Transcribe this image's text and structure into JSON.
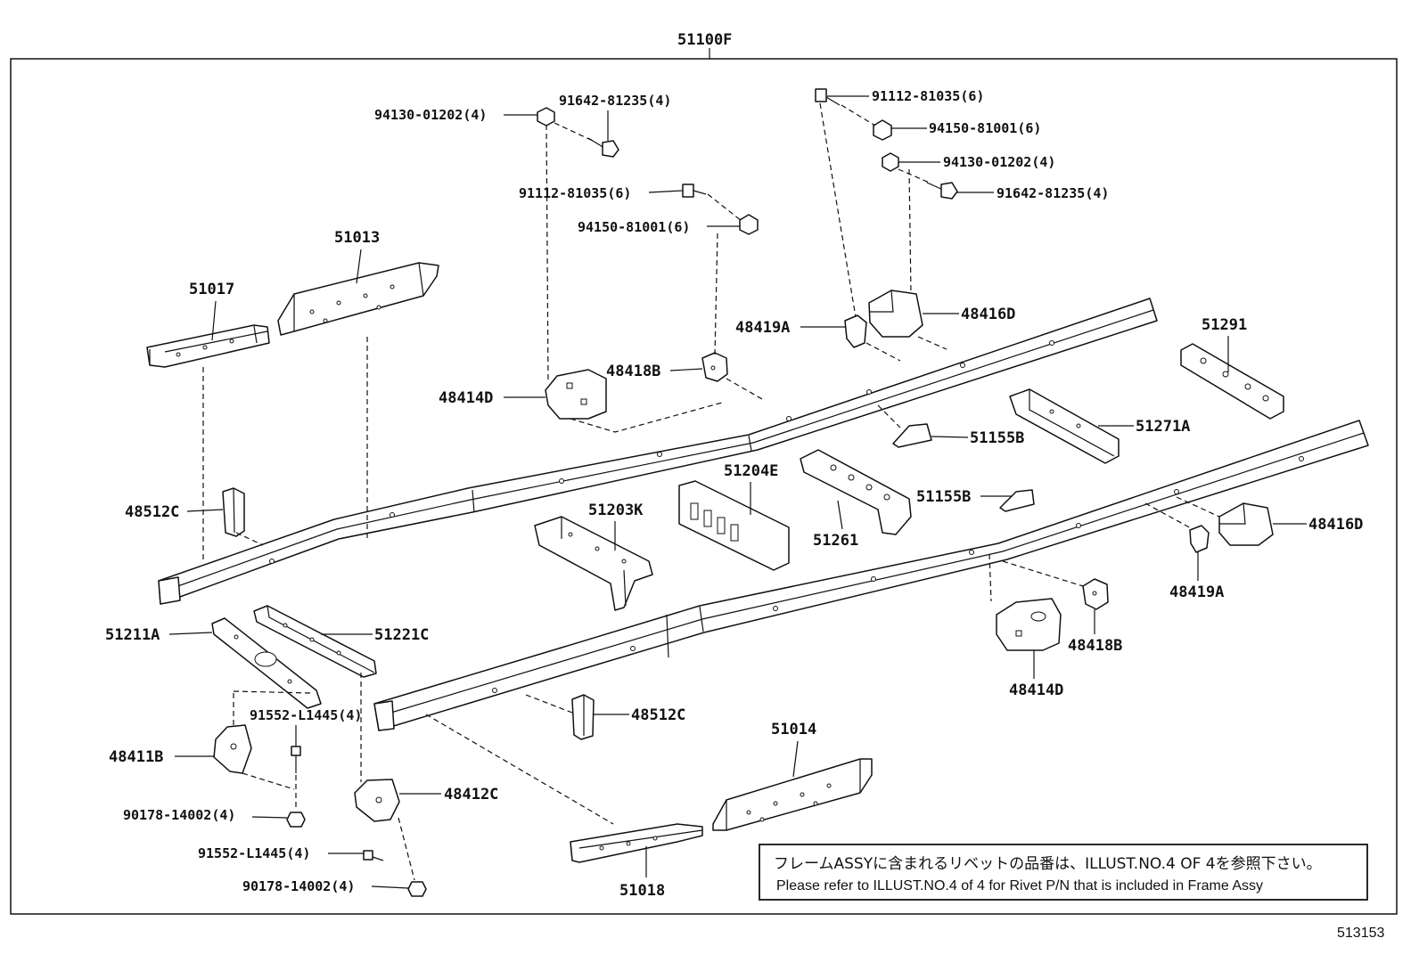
{
  "assembly": {
    "label": "51100F"
  },
  "figure_ref": "513153",
  "note": {
    "jp": "フレームASSYに含まれるリベットの品番は、ILLUST.NO.4 OF 4を参照下さい。",
    "en": "Please refer to ILLUST.NO.4 of 4 for Rivet P/N that is included in Frame Assy"
  },
  "callouts": {
    "c_94130_01202_l": "94130-01202(4)",
    "c_91642_81235_l": "91642-81235(4)",
    "c_91112_81035_l": "91112-81035(6)",
    "c_94150_81001_l": "94150-81001(6)",
    "c_91112_81035_r": "91112-81035(6)",
    "c_94150_81001_r": "94150-81001(6)",
    "c_94130_01202_r": "94130-01202(4)",
    "c_91642_81235_r": "91642-81235(4)",
    "c_51013": "51013",
    "c_51017": "51017",
    "c_48419A_top": "48419A",
    "c_48416D_top": "48416D",
    "c_48418B_top": "48418B",
    "c_48414D_left": "48414D",
    "c_51291": "51291",
    "c_51271A": "51271A",
    "c_51155B_top": "51155B",
    "c_51204E": "51204E",
    "c_51155B_mid": "51155B",
    "c_48512C_left": "48512C",
    "c_51203K": "51203K",
    "c_51261": "51261",
    "c_48416D_right": "48416D",
    "c_48419A_right": "48419A",
    "c_51211A": "51211A",
    "c_51221C": "51221C",
    "c_48418B_right": "48418B",
    "c_48414D_right": "48414D",
    "c_91552_L1445_top": "91552-L1445(4)",
    "c_48512C_right": "48512C",
    "c_51014": "51014",
    "c_48411B": "48411B",
    "c_48412C": "48412C",
    "c_90178_14002_top": "90178-14002(4)",
    "c_91552_L1445_bot": "91552-L1445(4)",
    "c_90178_14002_bot": "90178-14002(4)",
    "c_51018": "51018"
  }
}
